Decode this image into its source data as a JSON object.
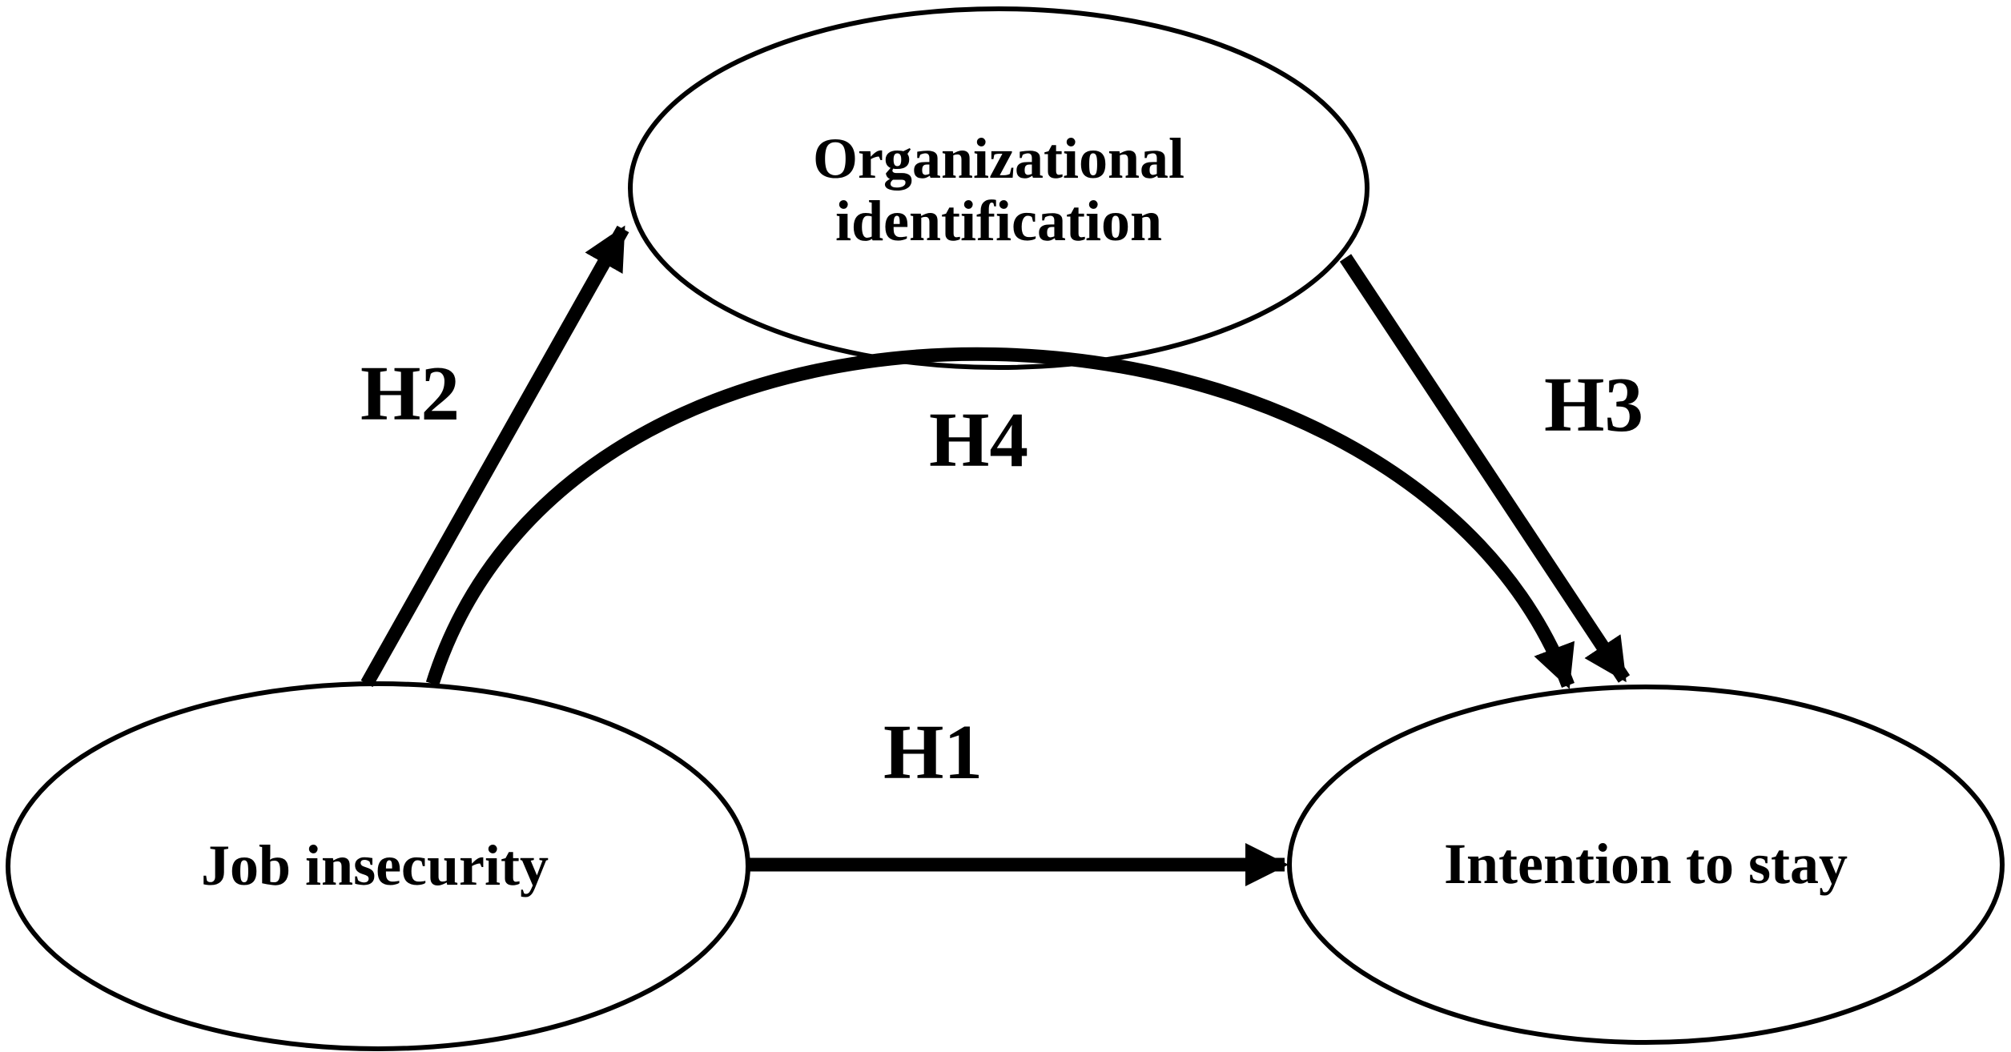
{
  "diagram": {
    "colors": {
      "background": "#ffffff",
      "stroke": "#000000",
      "text": "#000000"
    },
    "nodes": [
      {
        "id": "organizational-identification",
        "label": "Organizational identification",
        "line1": "Organizational",
        "line2": "identification",
        "shape": "ellipse",
        "position": "top-center"
      },
      {
        "id": "job-insecurity",
        "label": "Job insecurity",
        "shape": "ellipse",
        "position": "bottom-left"
      },
      {
        "id": "intention-to-stay",
        "label": "Intention to stay",
        "shape": "ellipse",
        "position": "bottom-right"
      }
    ],
    "paths": [
      {
        "label": "H1",
        "from": "job-insecurity",
        "to": "intention-to-stay",
        "style": "straight-horizontal-arrow"
      },
      {
        "label": "H2",
        "from": "job-insecurity",
        "to": "organizational-identification",
        "style": "straight-diagonal-arrow"
      },
      {
        "label": "H3",
        "from": "organizational-identification",
        "to": "intention-to-stay",
        "style": "straight-diagonal-arrow"
      },
      {
        "label": "H4",
        "from": "job-insecurity",
        "to": "intention-to-stay",
        "style": "curved-arc-arrow"
      }
    ]
  }
}
